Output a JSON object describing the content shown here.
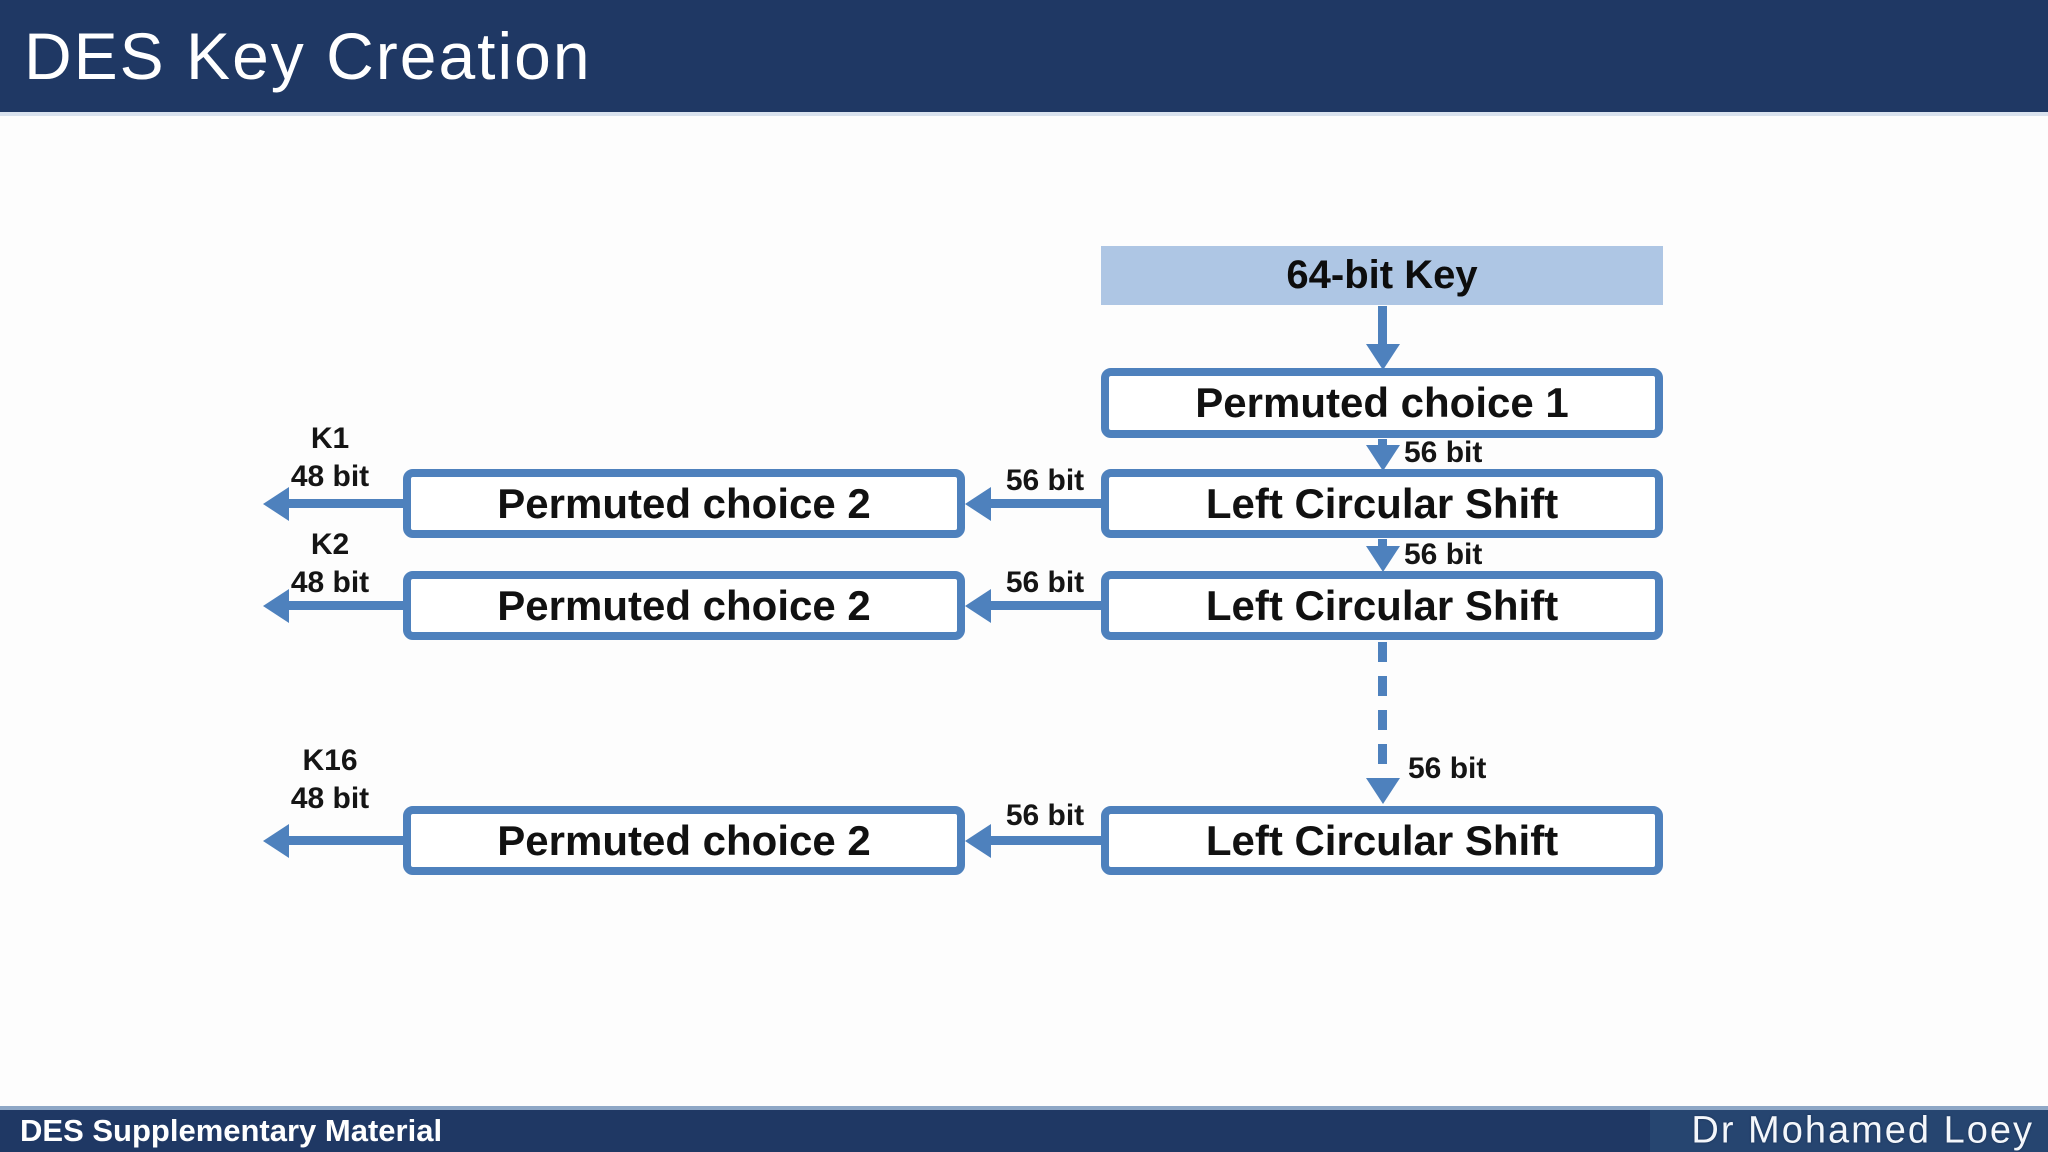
{
  "slide": {
    "title": "DES Key Creation"
  },
  "footer": {
    "left_label": "DES Supplementary Material",
    "right_label": "Dr Mohamed Loey"
  },
  "colors": {
    "header_navy": "#1f3864",
    "accent_blue": "#4e81bd",
    "key_box_fill": "#aec6e4",
    "box_fill": "#ffffff",
    "text_black": "#111111",
    "footer_accent_box": "#264570"
  },
  "diagram": {
    "key_box": {
      "label": "64-bit Key"
    },
    "pc1": {
      "label": "Permuted choice 1",
      "out_bits": "56 bit"
    },
    "rows": [
      {
        "key_name": "K1",
        "key_bits": "48 bit",
        "pc2_label": "Permuted choice 2",
        "in_bits": "56 bit",
        "lcs_label": "Left Circular Shift",
        "down_bits": "56 bit"
      },
      {
        "key_name": "K2",
        "key_bits": "48 bit",
        "pc2_label": "Permuted choice 2",
        "in_bits": "56 bit",
        "lcs_label": "Left Circular Shift",
        "down_bits": "56 bit"
      },
      {
        "key_name": "K16",
        "key_bits": "48 bit",
        "pc2_label": "Permuted choice 2",
        "in_bits": "56 bit",
        "lcs_label": "Left Circular Shift"
      }
    ]
  }
}
